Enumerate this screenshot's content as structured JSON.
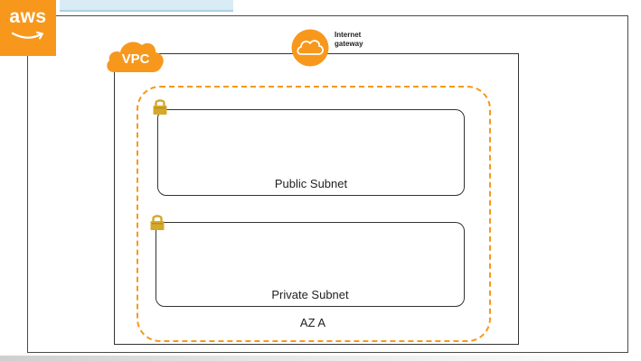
{
  "diagram": {
    "provider_badge": {
      "label": "aws",
      "icon": "aws-logo-icon",
      "color": "#f7981d"
    },
    "vpc": {
      "label": "VPC",
      "icon": "vpc-cloud-icon",
      "color": "#f7981d"
    },
    "internet_gateway": {
      "label": "Internet\ngateway",
      "icon": "cloud-gateway-icon",
      "color": "#f7981d"
    },
    "availability_zone": {
      "label": "AZ A",
      "border_color": "#f7981d"
    },
    "subnets": [
      {
        "label": "Public Subnet",
        "icon": "lock-icon"
      },
      {
        "label": "Private Subnet",
        "icon": "lock-icon"
      }
    ],
    "accent_colors": {
      "orange": "#f7981d",
      "lock_gold": "#d4a82a",
      "header_strip": "#d9ecf5"
    }
  }
}
